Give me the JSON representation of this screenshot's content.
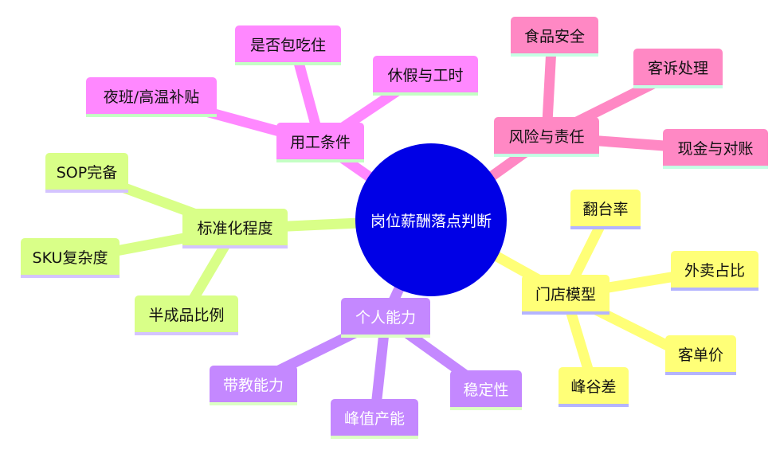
{
  "center": {
    "label": "岗位薪酬落点判断"
  },
  "branches": {
    "work": {
      "label": "用工条件",
      "children": [
        "是否包吃住",
        "休假与工时",
        "夜班/高温补贴"
      ]
    },
    "risk": {
      "label": "风险与责任",
      "children": [
        "食品安全",
        "客诉处理",
        "现金与对账"
      ]
    },
    "std": {
      "label": "标准化程度",
      "children": [
        "SOP完备",
        "SKU复杂度",
        "半成品比例"
      ]
    },
    "store": {
      "label": "门店模型",
      "children": [
        "翻台率",
        "外卖占比",
        "客单价",
        "峰谷差"
      ]
    },
    "person": {
      "label": "个人能力",
      "children": [
        "带教能力",
        "峰值产能",
        "稳定性"
      ]
    }
  },
  "colors": {
    "center": "#0000e6",
    "work": "#ff88ff",
    "risk": "#ff88c4",
    "std": "#d9ff88",
    "store": "#ffff77",
    "person": "#c488ff"
  }
}
